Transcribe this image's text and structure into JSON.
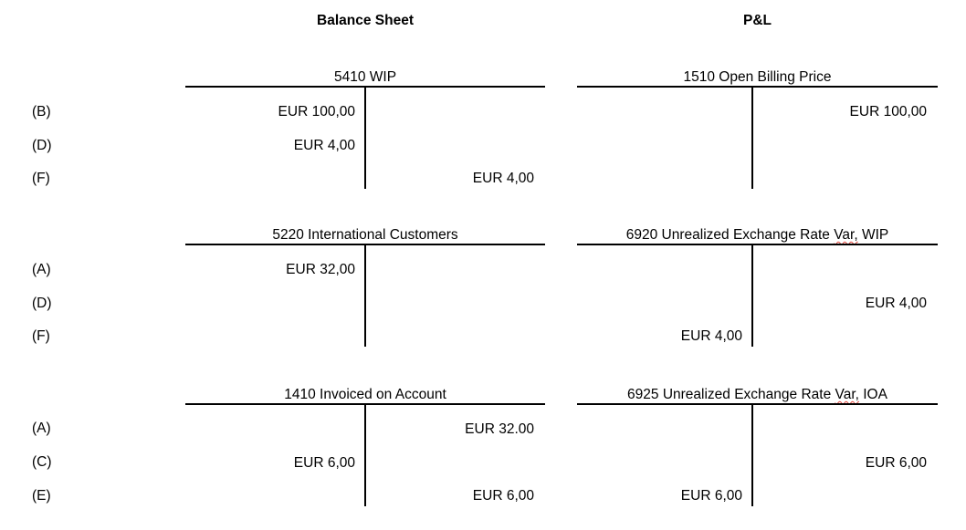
{
  "colors": {
    "background": "#ffffff",
    "text": "#000000",
    "rule": "#000000",
    "spellcheck_squiggle": "#e0443a"
  },
  "headers": {
    "balance_sheet": "Balance Sheet",
    "pnl": "P&L"
  },
  "entry_labels": {
    "group1": [
      "(B)",
      "(D)",
      "(F)"
    ],
    "group2": [
      "(A)",
      "(D)",
      "(F)"
    ],
    "group3": [
      "(A)",
      "(C)",
      "(E)"
    ]
  },
  "accounts": [
    {
      "column": "balance_sheet",
      "title_pre": "5410 WIP",
      "title_wavy": "",
      "title_post": "",
      "rows": [
        {
          "label": "(B)",
          "debit": "EUR 100,00",
          "credit": ""
        },
        {
          "label": "(D)",
          "debit": "EUR 4,00",
          "credit": ""
        },
        {
          "label": "(F)",
          "debit": "",
          "credit": "EUR 4,00"
        }
      ]
    },
    {
      "column": "pnl",
      "title_pre": "1510 Open Billing Price",
      "title_wavy": "",
      "title_post": "",
      "rows": [
        {
          "label": "(B)",
          "debit": "",
          "credit": "EUR 100,00"
        },
        {
          "label": "(D)",
          "debit": "",
          "credit": ""
        },
        {
          "label": "(F)",
          "debit": "",
          "credit": ""
        }
      ]
    },
    {
      "column": "balance_sheet",
      "title_pre": "5220 International Customers",
      "title_wavy": "",
      "title_post": "",
      "rows": [
        {
          "label": "(A)",
          "debit": "EUR 32,00",
          "credit": ""
        },
        {
          "label": "(D)",
          "debit": "",
          "credit": ""
        },
        {
          "label": "(F)",
          "debit": "",
          "credit": ""
        }
      ]
    },
    {
      "column": "pnl",
      "title_pre": "6920 Unrealized Exchange Rate ",
      "title_wavy": "Var,",
      "title_post": " WIP",
      "rows": [
        {
          "label": "(A)",
          "debit": "",
          "credit": ""
        },
        {
          "label": "(D)",
          "debit": "",
          "credit": "EUR 4,00"
        },
        {
          "label": "(F)",
          "debit": "EUR 4,00",
          "credit": ""
        }
      ]
    },
    {
      "column": "balance_sheet",
      "title_pre": "1410 Invoiced on Account",
      "title_wavy": "",
      "title_post": "",
      "rows": [
        {
          "label": "(A)",
          "debit": "",
          "credit": "EUR 32.00"
        },
        {
          "label": "(C)",
          "debit": "EUR 6,00",
          "credit": ""
        },
        {
          "label": "(E)",
          "debit": "",
          "credit": "EUR 6,00"
        }
      ]
    },
    {
      "column": "pnl",
      "title_pre": "6925 Unrealized Exchange Rate ",
      "title_wavy": "Var,",
      "title_post": " IOA",
      "rows": [
        {
          "label": "(A)",
          "debit": "",
          "credit": ""
        },
        {
          "label": "(C)",
          "debit": "",
          "credit": "EUR 6,00"
        },
        {
          "label": "(E)",
          "debit": "EUR 6,00",
          "credit": ""
        }
      ]
    }
  ]
}
